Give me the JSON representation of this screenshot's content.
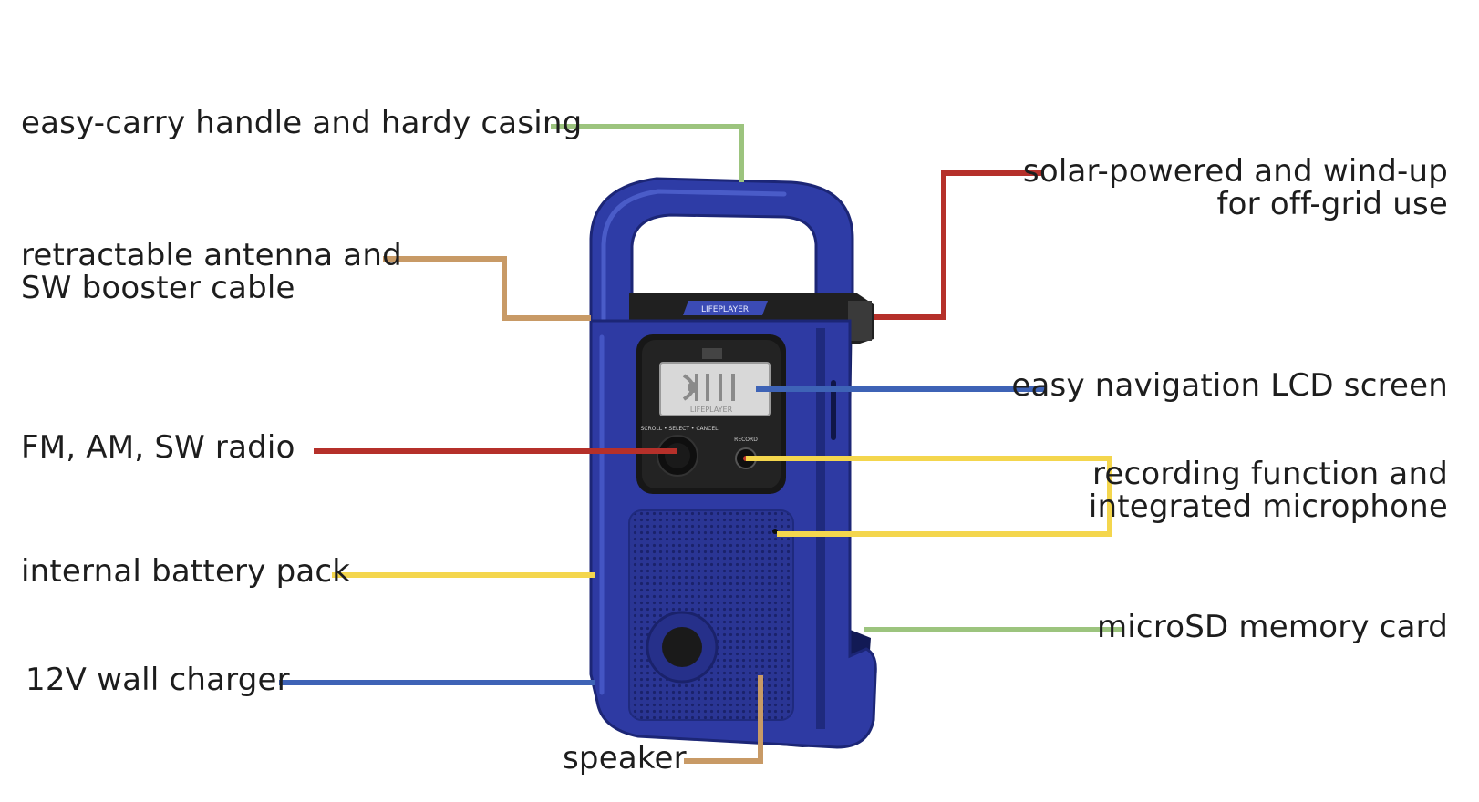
{
  "colors": {
    "green": "#9cc47e",
    "red": "#b5302a",
    "tan": "#c89a66",
    "blue": "#3e63b6",
    "yellow": "#f4d64d",
    "device_body": "#2d3a9f",
    "device_dark": "#1f2a78"
  },
  "device": {
    "brand_top": "LIFEPLAYER",
    "brand_screen": "LIFEPLAYER",
    "dial_label": "SCROLL • SELECT • CANCEL",
    "record_label": "RECORD"
  },
  "callouts": {
    "handle": "easy-carry handle and hardy casing",
    "antenna_line1": "retractable antenna and",
    "antenna_line2": "SW booster cable",
    "radio": "FM, AM, SW radio",
    "battery": "internal battery pack",
    "charger": "12V wall charger",
    "speaker": "speaker",
    "solar_line1": "solar-powered and wind-up",
    "solar_line2": "for off-grid use",
    "lcd": "easy navigation LCD screen",
    "recording_line1": "recording function and",
    "recording_line2": "integrated microphone",
    "microsd": "microSD memory card"
  }
}
